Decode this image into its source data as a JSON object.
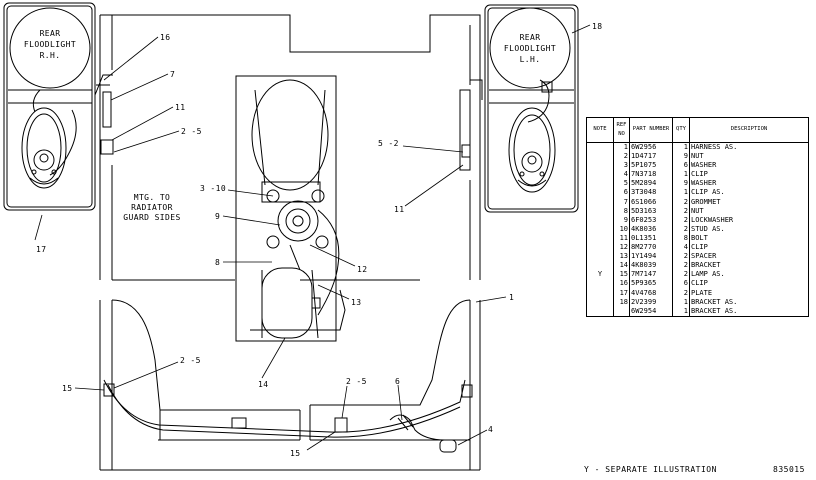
{
  "drawing": {
    "rear_floodlight_rh": [
      "REAR",
      "FLOODLIGHT",
      "R.H."
    ],
    "rear_floodlight_lh": [
      "REAR",
      "FLOODLIGHT",
      "L.H."
    ],
    "mounting_note": [
      "MTG. TO",
      "RADIATOR",
      "GUARD SIDES"
    ],
    "callouts": {
      "c16": "16",
      "c7": "7",
      "c11_left": "11",
      "c2_5_left": "2 -5",
      "c17": "17",
      "c18": "18",
      "c5_2": "5 -2",
      "c11_right": "11",
      "c3_10": "3 -10",
      "c9": "9",
      "c8": "8",
      "c12": "12",
      "c13": "13",
      "c14": "14",
      "c1": "1",
      "c2_5_mid": "2 -5",
      "c15_left": "15",
      "c2_5_bottom": "2 -5",
      "c15_bottom": "15",
      "c6": "6",
      "c4": "4"
    },
    "footnote": "Y - SEPARATE ILLUSTRATION",
    "drawing_number": "835015"
  },
  "parts_table": {
    "headers": {
      "note": "NOTE",
      "ref": "REF NO",
      "part": "PART NUMBER",
      "qty": "QTY",
      "desc": "DESCRIPTION"
    },
    "rows": [
      {
        "note": "",
        "ref": "1",
        "part": "6W2956",
        "qty": "1",
        "desc": "HARNESS AS."
      },
      {
        "note": "",
        "ref": "2",
        "part": "1D4717",
        "qty": "9",
        "desc": "NUT"
      },
      {
        "note": "",
        "ref": "3",
        "part": "5P1075",
        "qty": "6",
        "desc": "WASHER"
      },
      {
        "note": "",
        "ref": "4",
        "part": "7N3718",
        "qty": "1",
        "desc": "CLIP"
      },
      {
        "note": "",
        "ref": "5",
        "part": "5M2894",
        "qty": "9",
        "desc": "WASHER"
      },
      {
        "note": "",
        "ref": "6",
        "part": "3T3048",
        "qty": "1",
        "desc": "CLIP AS."
      },
      {
        "note": "",
        "ref": "7",
        "part": "6S1066",
        "qty": "2",
        "desc": "GROMMET"
      },
      {
        "note": "",
        "ref": "8",
        "part": "5D3163",
        "qty": "2",
        "desc": "NUT"
      },
      {
        "note": "",
        "ref": "9",
        "part": "6F0253",
        "qty": "2",
        "desc": "LOCKWASHER"
      },
      {
        "note": "",
        "ref": "10",
        "part": "4K8036",
        "qty": "2",
        "desc": "STUD AS."
      },
      {
        "note": "",
        "ref": "11",
        "part": "0L1351",
        "qty": "8",
        "desc": "BOLT"
      },
      {
        "note": "",
        "ref": "12",
        "part": "8M2770",
        "qty": "4",
        "desc": "CLIP"
      },
      {
        "note": "",
        "ref": "13",
        "part": "1Y1494",
        "qty": "2",
        "desc": "SPACER"
      },
      {
        "note": "",
        "ref": "14",
        "part": "4K8039",
        "qty": "2",
        "desc": "BRACKET"
      },
      {
        "note": "Y",
        "ref": "15",
        "part": "7M7147",
        "qty": "2",
        "desc": "LAMP AS."
      },
      {
        "note": "",
        "ref": "16",
        "part": "5P9365",
        "qty": "6",
        "desc": "CLIP"
      },
      {
        "note": "",
        "ref": "17",
        "part": "4V4768",
        "qty": "2",
        "desc": "PLATE"
      },
      {
        "note": "",
        "ref": "18",
        "part": "2V2399",
        "qty": "1",
        "desc": "BRACKET AS."
      },
      {
        "note": "",
        "ref": "",
        "part": "6W2954",
        "qty": "1",
        "desc": "BRACKET AS."
      }
    ]
  }
}
